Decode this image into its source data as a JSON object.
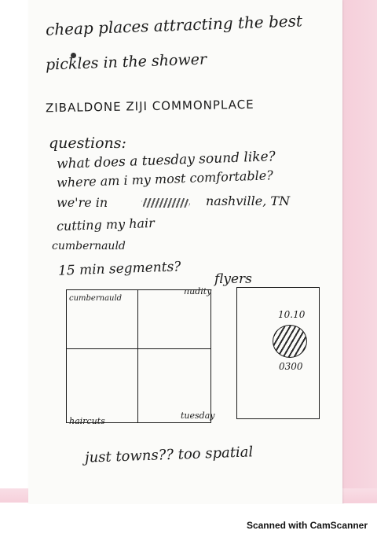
{
  "notes": {
    "line1": "cheap places attracting the best",
    "line2": "pickles in the shower",
    "heading": "ZIBALDONE ZIJI COMMONPLACE",
    "questions_label": "questions:",
    "q1": "what does a tuesday sound like?",
    "q2": "where am i my most comfortable?",
    "q3_start": "we're in",
    "q3_end": "nashville, TN",
    "q4": "cutting my hair",
    "q5": "cumbernauld",
    "segments": "15 min segments?",
    "closing": "just towns?? too spatial"
  },
  "grid": {
    "top_left": "cumbernauld",
    "top_right": "nudity",
    "bottom_left": "haircuts",
    "bottom_right": "tuesday"
  },
  "flyer": {
    "label": "flyers",
    "date": "10.10",
    "time": "0300"
  },
  "footer": {
    "scanner_text": "Scanned with CamScanner"
  }
}
